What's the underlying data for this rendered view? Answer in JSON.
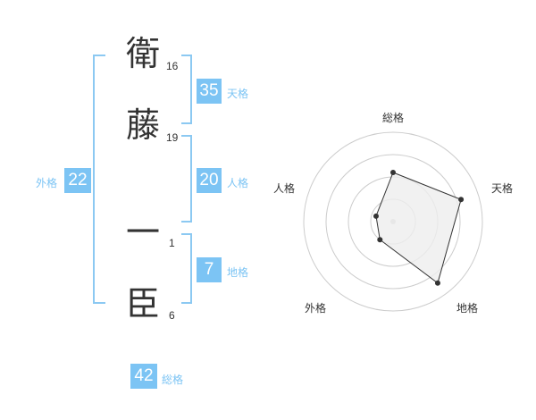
{
  "name": {
    "chars": [
      {
        "char": "衛",
        "strokes": "16"
      },
      {
        "char": "藤",
        "strokes": "19"
      },
      {
        "char": "一",
        "strokes": "1"
      },
      {
        "char": "臣",
        "strokes": "6"
      }
    ]
  },
  "kakusu": {
    "tenkaku": {
      "value": "35",
      "label": "天格"
    },
    "jinkaku": {
      "value": "20",
      "label": "人格"
    },
    "chikaku": {
      "value": "7",
      "label": "地格"
    },
    "gaikaku": {
      "value": "22",
      "label": "外格"
    },
    "soukaku": {
      "value": "42",
      "label": "総格"
    }
  },
  "colors": {
    "badge": "#7cc4f4",
    "bracket": "#8cc9f2",
    "radar_fill": "#eeeeee",
    "radar_line": "#333333"
  },
  "chart_data": {
    "type": "radar",
    "axes": [
      "総格",
      "天格",
      "地格",
      "外格",
      "人格"
    ],
    "values": [
      0.55,
      0.8,
      0.85,
      0.25,
      0.2
    ],
    "rings": 4,
    "range": [
      0,
      1
    ]
  }
}
